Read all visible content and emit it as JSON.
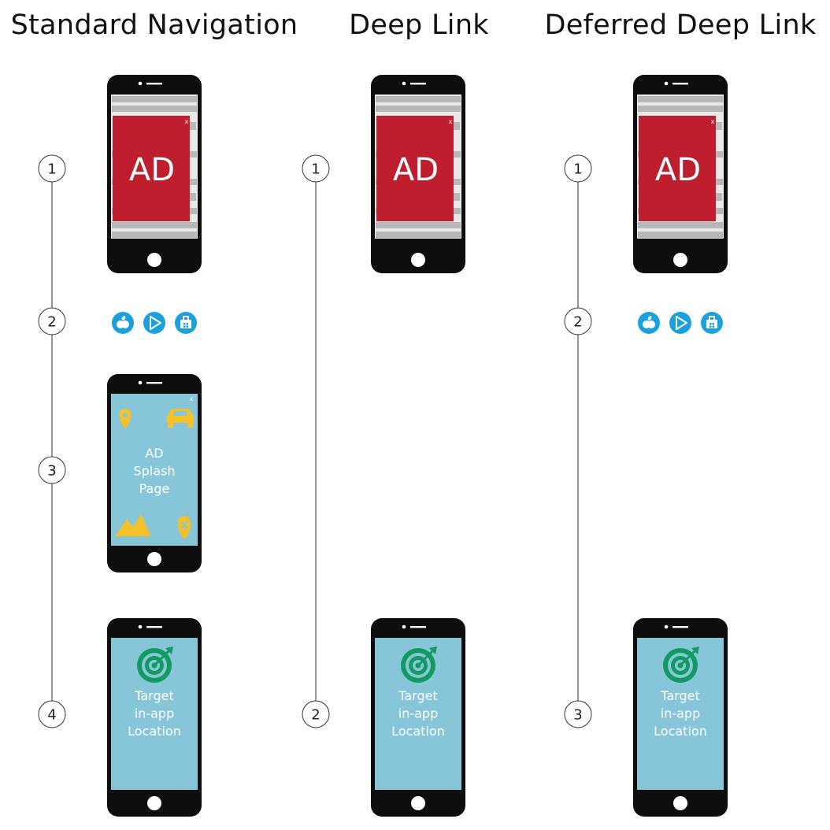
{
  "columns": [
    {
      "title": "Standard Navigation",
      "steps": [
        {
          "number": "1",
          "screen": "ad",
          "label": "AD"
        },
        {
          "number": "2",
          "screen": "store-icons"
        },
        {
          "number": "3",
          "screen": "splash",
          "label_lines": [
            "AD",
            "Splash",
            "Page"
          ]
        },
        {
          "number": "4",
          "screen": "target",
          "label_lines": [
            "Target",
            "in-app",
            "Location"
          ]
        }
      ]
    },
    {
      "title": "Deep Link",
      "steps": [
        {
          "number": "1",
          "screen": "ad",
          "label": "AD"
        },
        {
          "number": "2",
          "screen": "target",
          "label_lines": [
            "Target",
            "in-app",
            "Location"
          ]
        }
      ]
    },
    {
      "title": "Deferred Deep Link",
      "steps": [
        {
          "number": "1",
          "screen": "ad",
          "label": "AD"
        },
        {
          "number": "2",
          "screen": "store-icons"
        },
        {
          "number": "3",
          "screen": "target",
          "label_lines": [
            "Target",
            "in-app",
            "Location"
          ]
        }
      ]
    }
  ],
  "ad_close_glyph": "x",
  "store_icons": [
    "apple-store-icon",
    "google-play-icon",
    "windows-store-icon"
  ],
  "colors": {
    "phone_body": "#0d0d0d",
    "ad_red": "#be1e2d",
    "screen_blue": "#87c6d9",
    "accent_yellow": "#f5c12b",
    "target_green": "#129b60",
    "store_blue": "#1aa0dc",
    "placeholder_gray": "#b8b8b8"
  }
}
